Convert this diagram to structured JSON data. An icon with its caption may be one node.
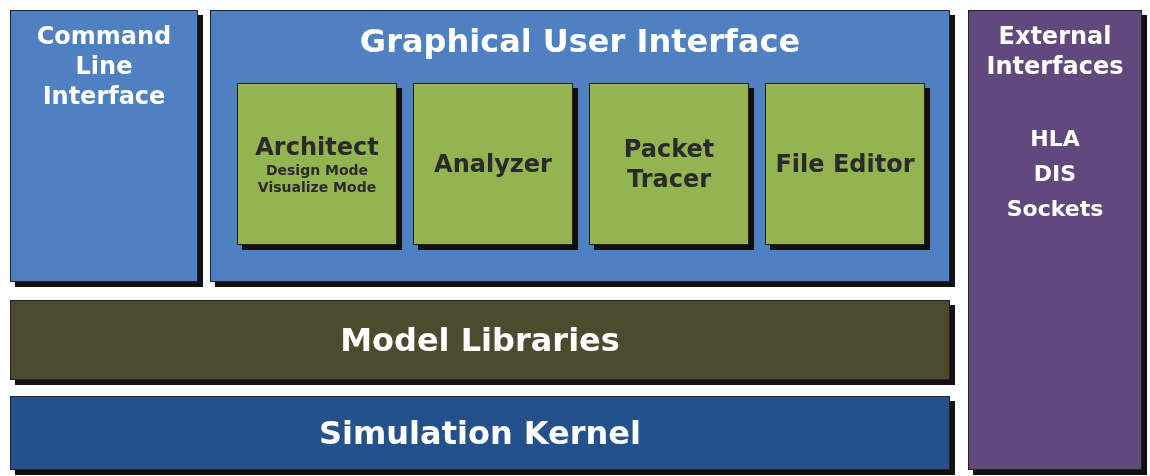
{
  "diagram": {
    "nodes": [
      {
        "text": [
          "Command Line Interface"
        ]
      },
      {
        "text": [
          "Graphical User Interface"
        ]
      },
      {
        "text": [
          "Architect",
          "Design Mode",
          "Visualize Mode"
        ],
        "in": 1
      },
      {
        "text": [
          "Analyzer"
        ],
        "in": 1
      },
      {
        "text": [
          "Packet Tracer"
        ],
        "in": 1
      },
      {
        "text": [
          "File Editor"
        ],
        "in": 1
      },
      {
        "text": [
          "Model Libraries"
        ]
      },
      {
        "text": [
          "Simulation Kernel"
        ]
      },
      {
        "text": [
          "External Interfaces",
          "HLA",
          "DIS",
          "Sockets"
        ]
      }
    ]
  }
}
